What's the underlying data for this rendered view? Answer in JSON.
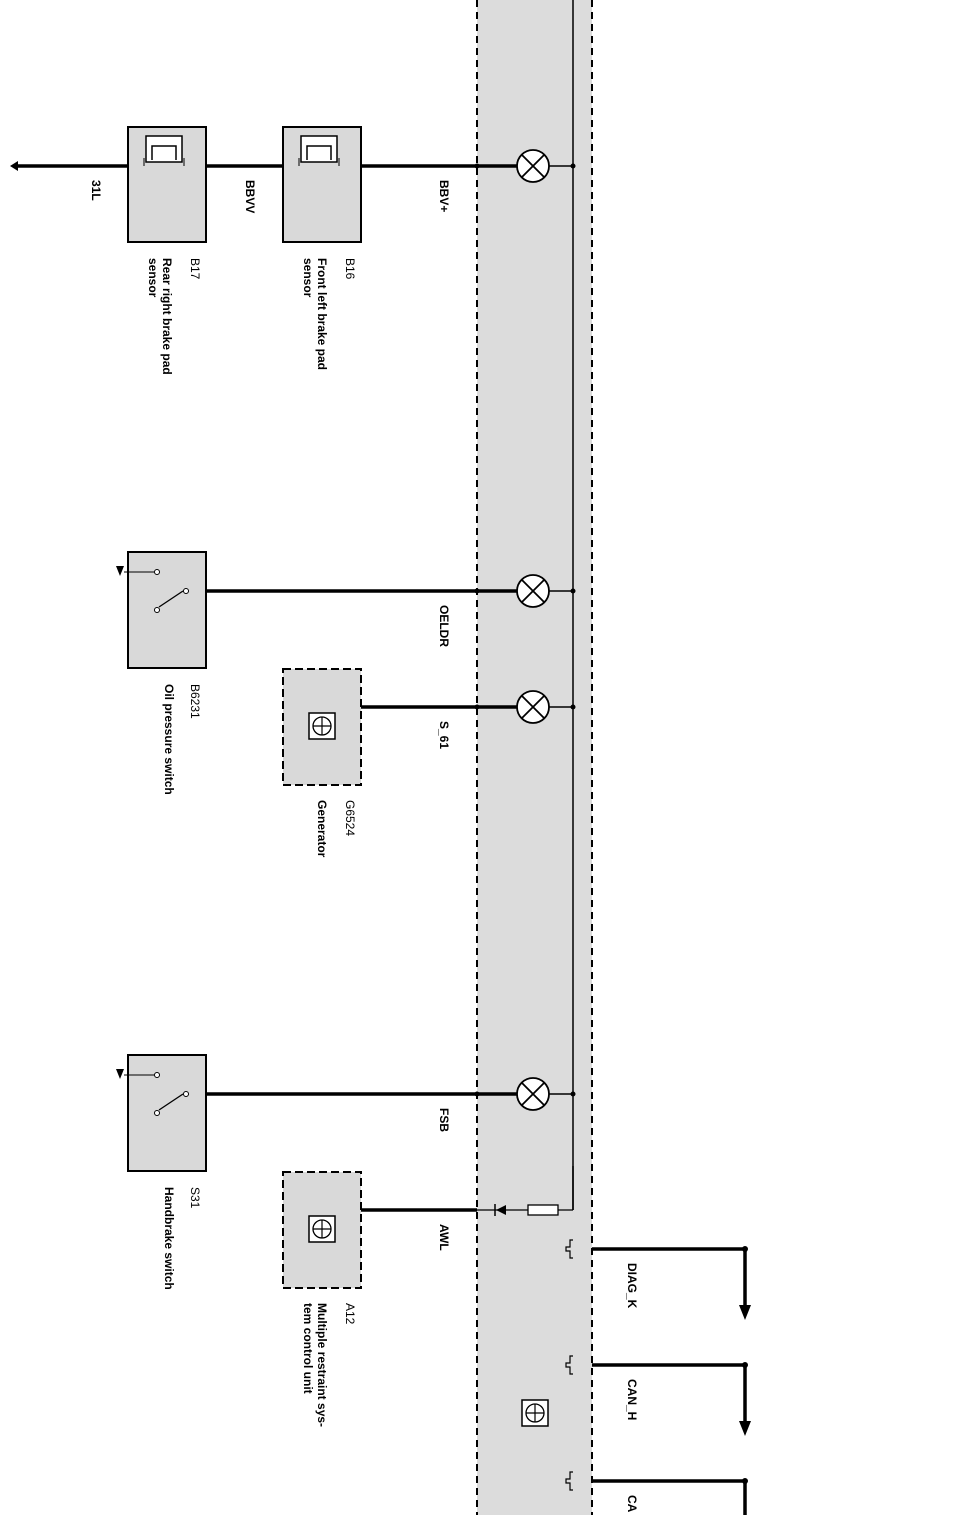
{
  "wires": {
    "w31L": "31L",
    "bbvv": "BBVV",
    "bbvp": "BBV+",
    "oeldr": "OELDR",
    "s61": "S_61",
    "fsb": "FSB",
    "awl": "AWL",
    "diag_k": "DIAG_K",
    "can_h": "CAN_H",
    "can_l_partial": "CA"
  },
  "components": {
    "b17": {
      "id": "B17",
      "name": "Rear right brake pad sensor",
      "line1": "Rear right brake pad",
      "line2": "sensor"
    },
    "b16": {
      "id": "B16",
      "name": "Front left brake pad sensor",
      "line1": "Front left brake pad",
      "line2": "sensor"
    },
    "b6231": {
      "id": "B6231",
      "name": "Oil pressure switch"
    },
    "g6524": {
      "id": "G6524",
      "name": "Generator"
    },
    "s31": {
      "id": "S31",
      "name": "Handbrake switch"
    },
    "a12": {
      "id": "A12",
      "name": "Multiple restraint system control unit",
      "line1": "Multiple restraint sys-",
      "line2": "tem control unit"
    }
  },
  "colors": {
    "panel_fill": "#dcdcdc",
    "component_fill": "#d9d9d9",
    "line": "#000000",
    "background": "#ffffff"
  },
  "icons": [
    "warning-lamp-icon",
    "switch-icon",
    "brake-pad-sensor-icon",
    "control-unit-icon",
    "ground-icon",
    "arrow-down-icon",
    "resistor-icon",
    "diode-icon",
    "bus-connector-icon"
  ]
}
